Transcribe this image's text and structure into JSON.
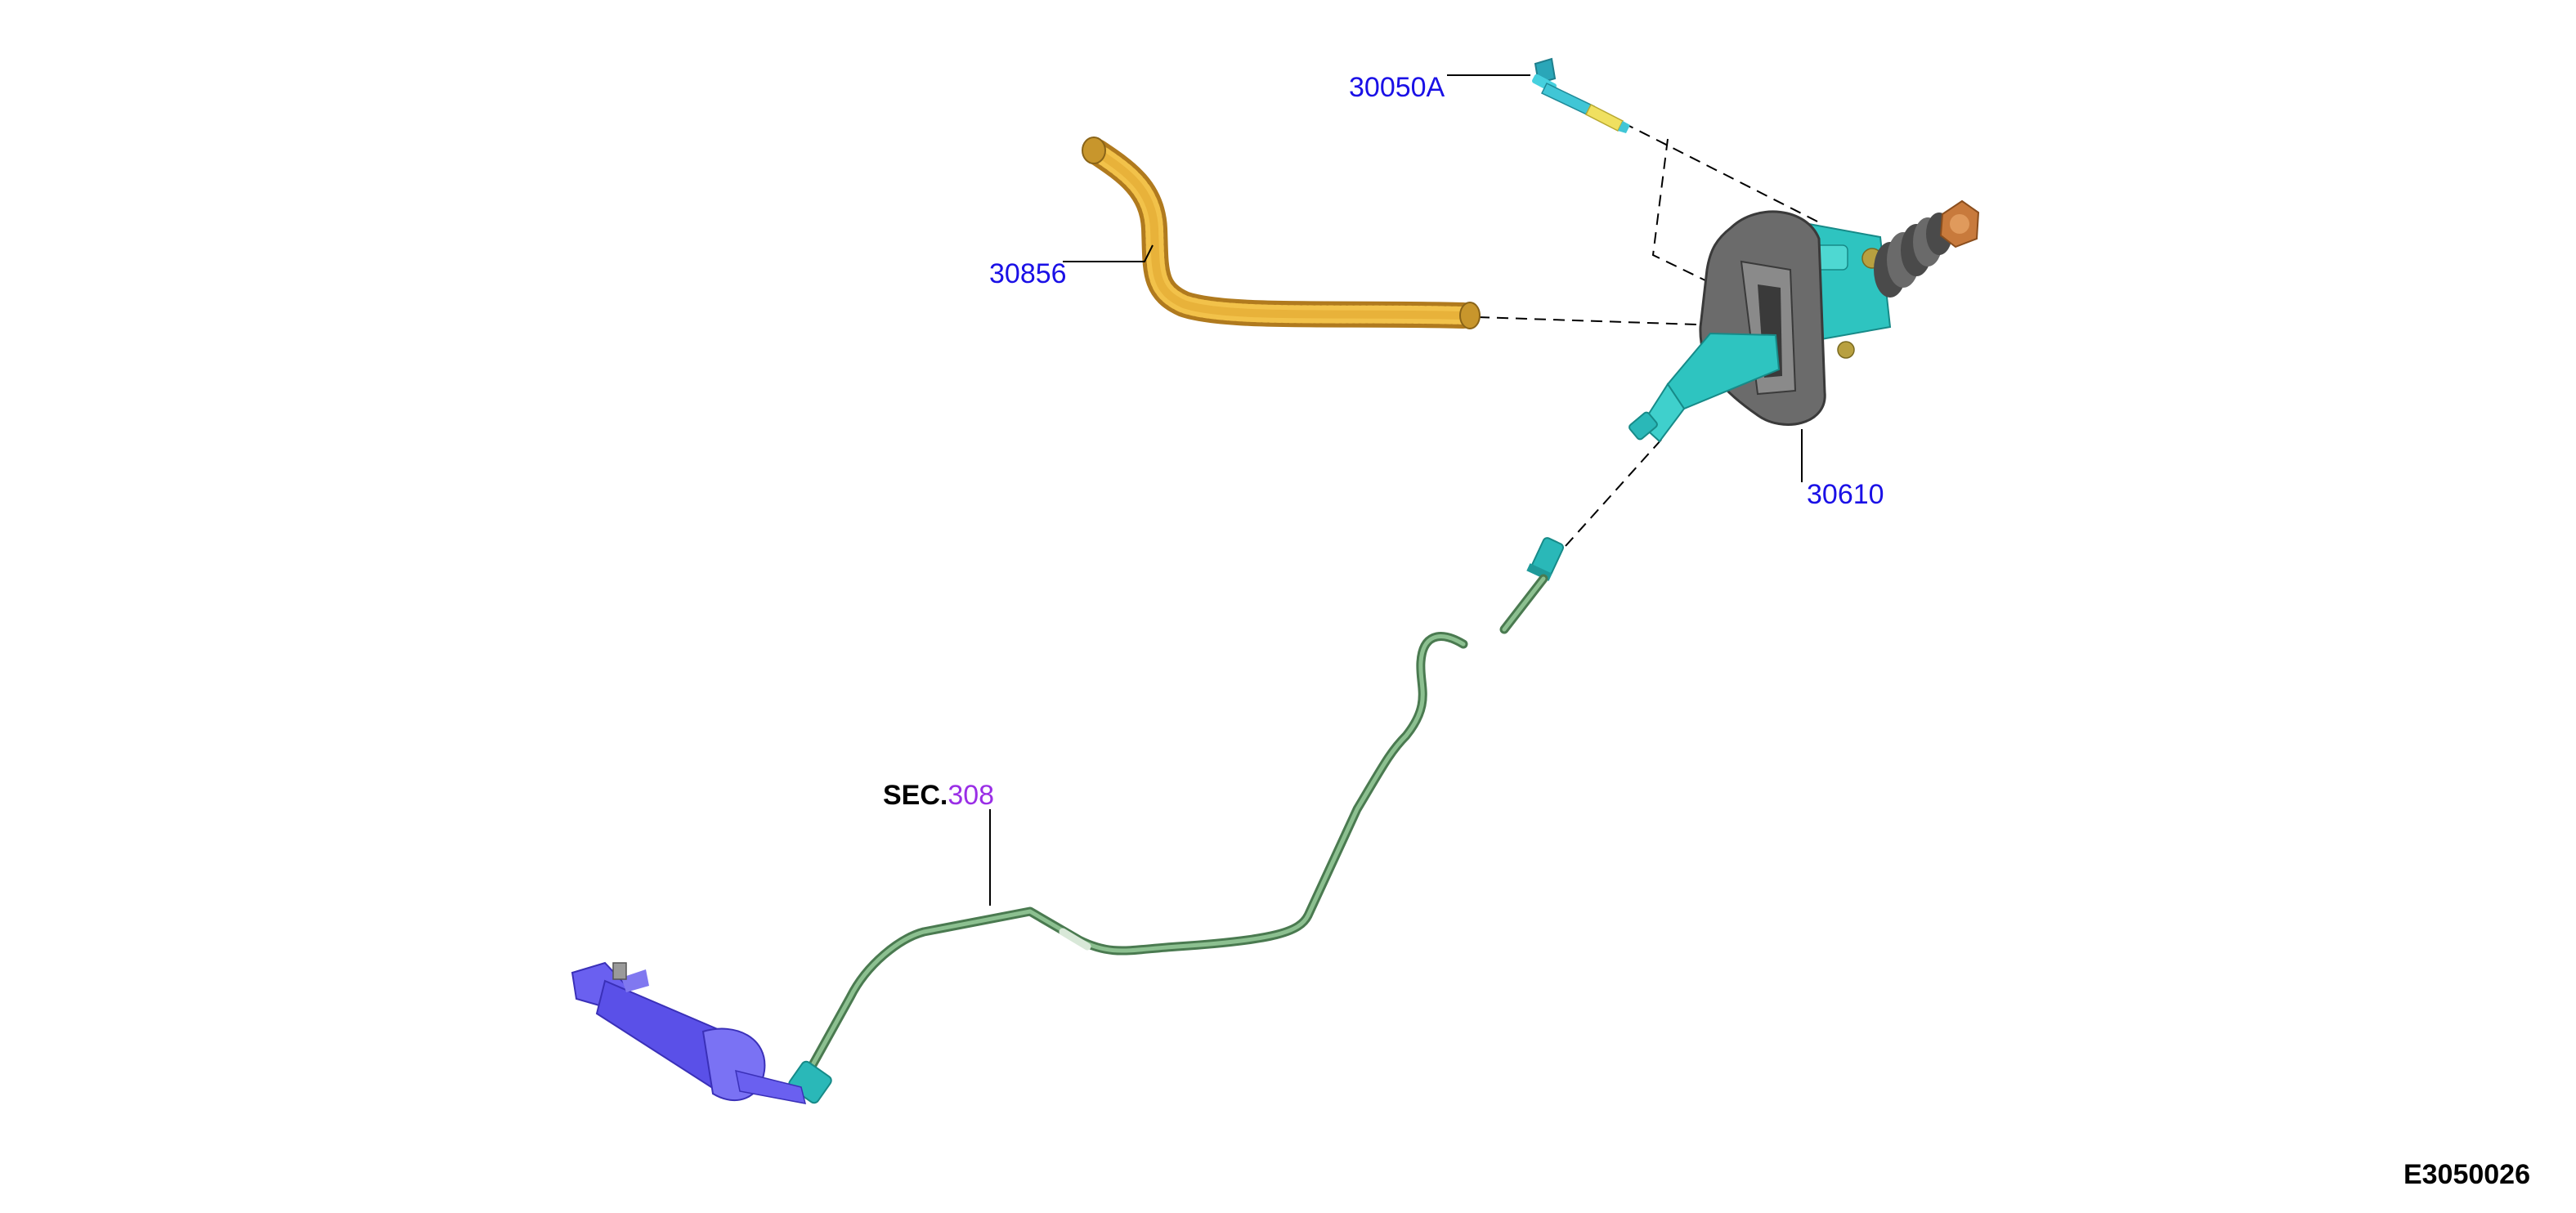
{
  "labels": {
    "bolt": "30050A",
    "hose": "30856",
    "master_cylinder": "30610",
    "section_prefix": "SEC.",
    "section_number": "308"
  },
  "figure_id": "E3050026",
  "colors": {
    "callout_number": "#1a10e6",
    "section_reference": "#9a2ee6",
    "bolt": "#3cc8d8",
    "bolt_thread": "#f0e060",
    "hose": "#e8b23a",
    "master_cylinder_body": "#2ec4c0",
    "mounting_gasket": "#6b6b6b",
    "boot": "#555555",
    "pushrod_end": "#c87a3c",
    "hydraulic_line": "#6b9a6e",
    "slave_cylinder": "#5a50e8",
    "line_fitting": "#2ab8b8"
  },
  "icons": {
    "bolt": "bolt-icon",
    "hose": "reservoir-hose-icon",
    "master_cylinder": "clutch-master-cylinder-icon",
    "hydraulic_line": "hydraulic-line-icon",
    "slave_cylinder": "clutch-slave-cylinder-icon"
  }
}
